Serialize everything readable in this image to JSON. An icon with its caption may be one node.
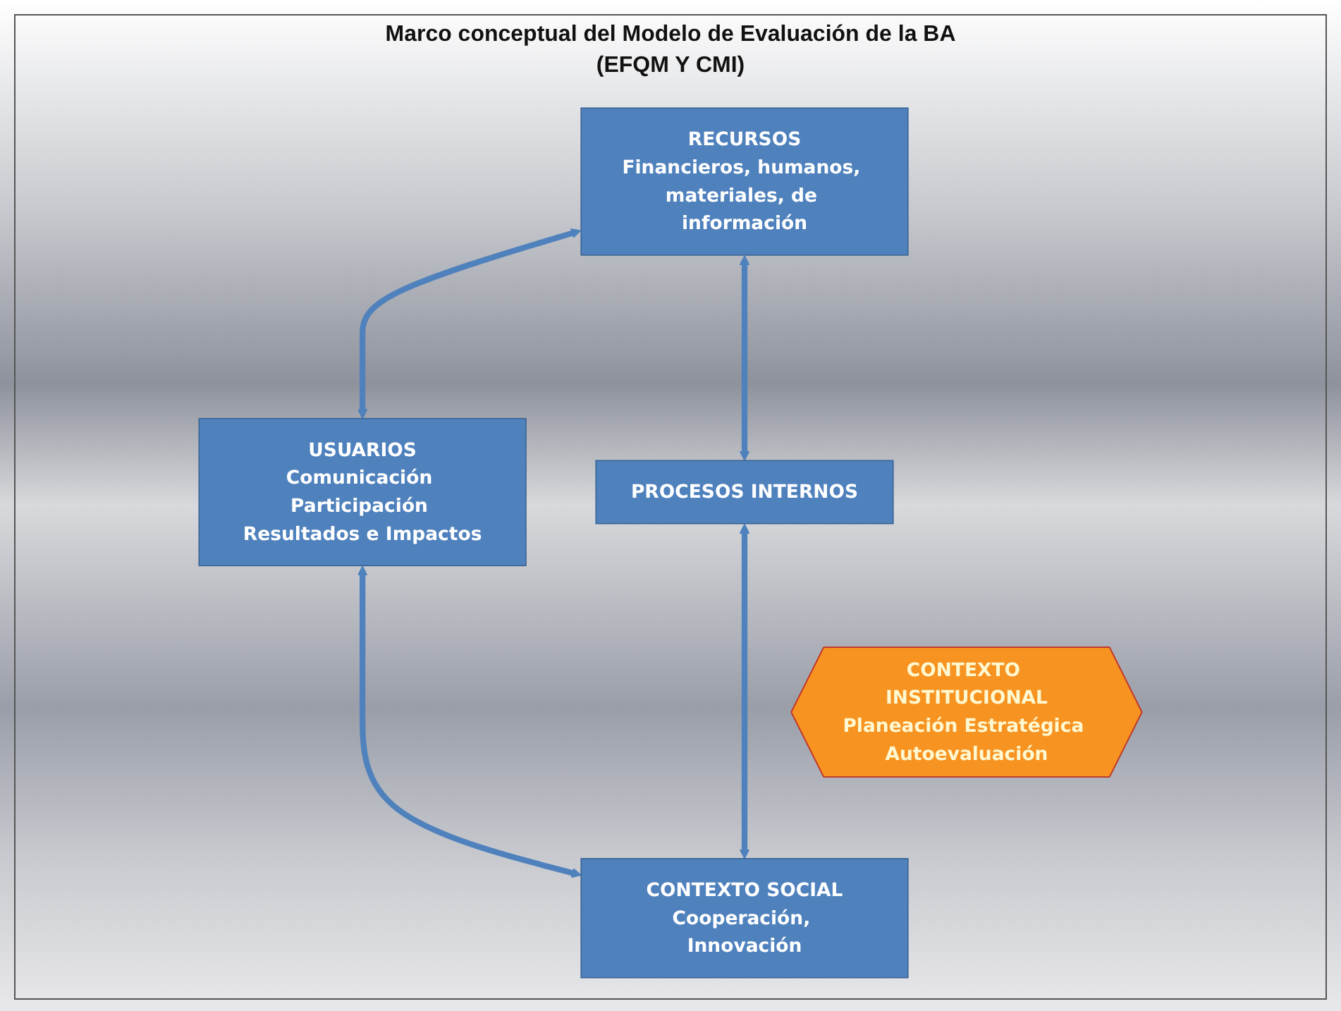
{
  "diagram": {
    "title": "Marco conceptual del Modelo de Evaluación de la BA (EFQM Y CMI)",
    "nodes": [
      {
        "text": [
          "RECURSOS",
          "Financieros, humanos, materiales, de información"
        ]
      },
      {
        "text": [
          "USUARIOS",
          "Comunicación Participación Resultados e Impactos"
        ]
      },
      {
        "text": [
          "CONTEXTO INSTITUCIONAL",
          "Planeación Estratégica Autoevaluación"
        ]
      },
      {
        "text": [
          "PROCESOS INTERNOS"
        ]
      },
      {
        "text": [
          "CONTEXTO SOCIAL",
          "Cooperación, Innovación"
        ]
      }
    ],
    "edges": [
      {
        "from": 0,
        "to": 1,
        "arrow": "both"
      },
      {
        "from": 0,
        "to": 3,
        "arrow": "both"
      },
      {
        "from": 1,
        "to": 4,
        "arrow": "both"
      },
      {
        "from": 3,
        "to": 4,
        "arrow": "both"
      }
    ]
  }
}
